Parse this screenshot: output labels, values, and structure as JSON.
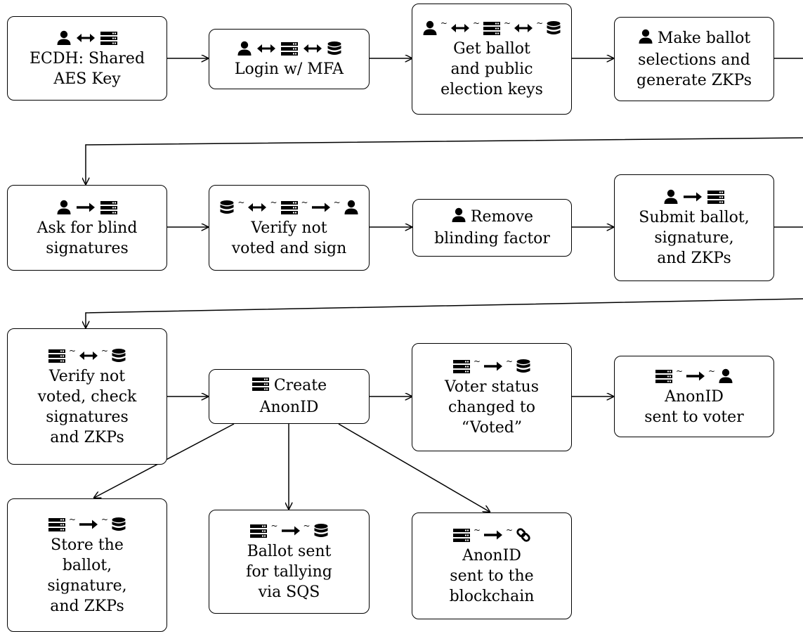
{
  "nodes": [
    {
      "id": "n1",
      "lines": [
        "ECDH: Shared",
        "AES Key"
      ],
      "icons": [
        "user-icon",
        "bidirectional-arrow-icon",
        "server-icon"
      ]
    },
    {
      "id": "n2",
      "lines": [
        "Login w/ MFA"
      ],
      "icons": [
        "user-icon",
        "bidirectional-arrow-icon",
        "server-icon",
        "bidirectional-arrow-icon",
        "database-icon"
      ]
    },
    {
      "id": "n3",
      "lines": [
        "Get ballot",
        "and public",
        "election keys"
      ],
      "icons": [
        "user-icon",
        "bidirectional-arrow-icon",
        "server-icon",
        "bidirectional-arrow-icon",
        "database-icon"
      ]
    },
    {
      "id": "n4",
      "lines": [
        "Make ballot",
        "selections and",
        "generate ZKPs"
      ],
      "icons": [
        "user-icon"
      ]
    },
    {
      "id": "n5",
      "lines": [
        "Ask for blind",
        "signatures"
      ],
      "icons": [
        "user-icon",
        "right-arrow-icon",
        "server-icon"
      ]
    },
    {
      "id": "n6",
      "lines": [
        "Verify not",
        "voted and sign"
      ],
      "icons": [
        "database-icon",
        "bidirectional-arrow-icon",
        "server-icon",
        "right-arrow-icon",
        "user-icon"
      ]
    },
    {
      "id": "n7",
      "lines": [
        "Remove",
        "blinding factor"
      ],
      "icons": [
        "user-icon"
      ]
    },
    {
      "id": "n8",
      "lines": [
        "Submit ballot,",
        "signature,",
        "and ZKPs"
      ],
      "icons": [
        "user-icon",
        "right-arrow-icon",
        "server-icon"
      ]
    },
    {
      "id": "n9",
      "lines": [
        "Verify not",
        "voted, check",
        "signatures",
        "and ZKPs"
      ],
      "icons": [
        "server-icon",
        "bidirectional-arrow-icon",
        "database-icon"
      ]
    },
    {
      "id": "n10",
      "lines": [
        "Create",
        "AnonID"
      ],
      "icons": [
        "server-icon"
      ]
    },
    {
      "id": "n11",
      "lines": [
        "Voter status",
        "changed to",
        "“Voted”"
      ],
      "icons": [
        "server-icon",
        "right-arrow-icon",
        "database-icon"
      ]
    },
    {
      "id": "n12",
      "lines": [
        "AnonID",
        "sent to voter"
      ],
      "icons": [
        "server-icon",
        "right-arrow-icon",
        "user-icon"
      ]
    },
    {
      "id": "n13",
      "lines": [
        "Store the",
        "ballot,",
        "signature,",
        "and ZKPs"
      ],
      "icons": [
        "server-icon",
        "right-arrow-icon",
        "database-icon"
      ]
    },
    {
      "id": "n14",
      "lines": [
        "Ballot sent",
        "for tallying",
        "via SQS"
      ],
      "icons": [
        "server-icon",
        "right-arrow-icon",
        "database-icon"
      ]
    },
    {
      "id": "n15",
      "lines": [
        "AnonID",
        "sent to the",
        "blockchain"
      ],
      "icons": [
        "server-icon",
        "right-arrow-icon",
        "chain-link-icon"
      ]
    }
  ]
}
